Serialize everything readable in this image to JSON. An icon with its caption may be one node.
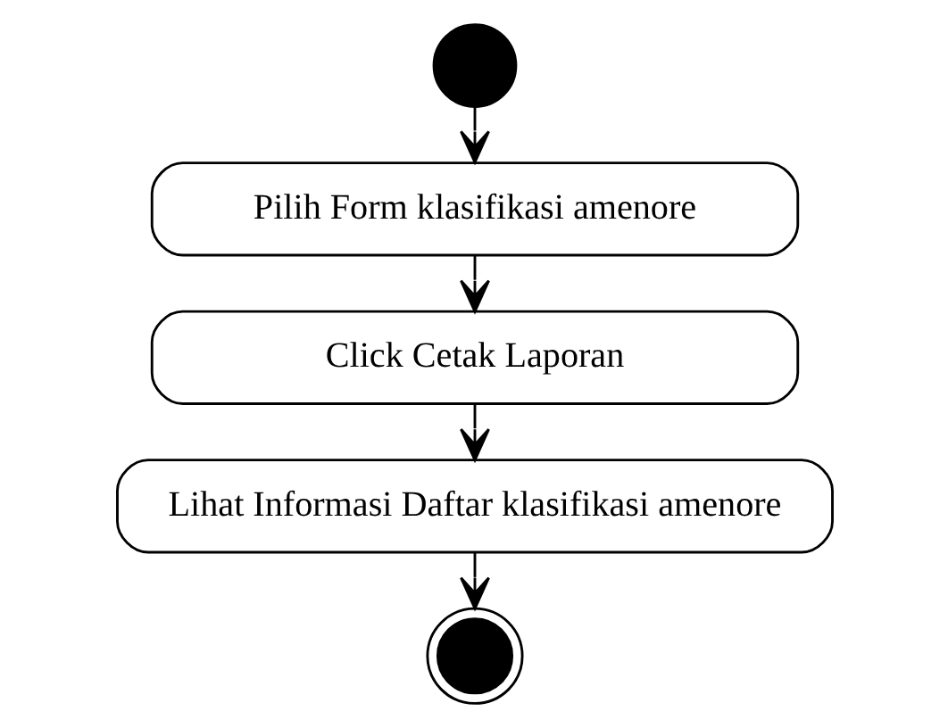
{
  "diagram": {
    "nodes": [
      {
        "text": [],
        "shape": "circle"
      },
      {
        "text": [
          "Pilih Form klasifikasi amenore"
        ]
      },
      {
        "text": [
          "Click Cetak Laporan"
        ]
      },
      {
        "text": [
          "Lihat Informasi Daftar klasifikasi amenore"
        ]
      },
      {
        "text": [],
        "shape": "bullseye"
      }
    ],
    "edges": [
      {
        "from": 0,
        "to": 1,
        "arrow": "to"
      },
      {
        "from": 1,
        "to": 2,
        "arrow": "to"
      },
      {
        "from": 2,
        "to": 3,
        "arrow": "to"
      },
      {
        "from": 3,
        "to": 4,
        "arrow": "to"
      }
    ]
  }
}
